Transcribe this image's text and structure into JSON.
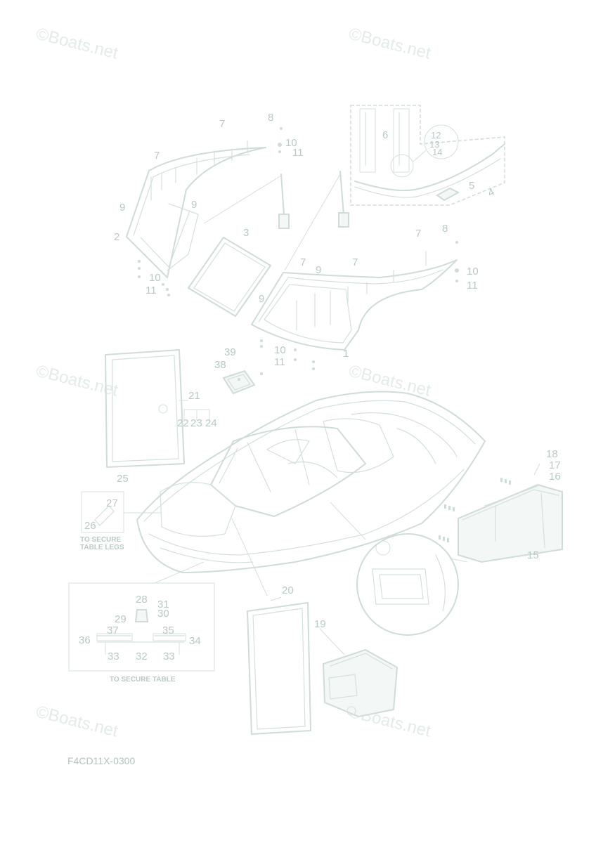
{
  "watermark": "©Boats.net",
  "diagram_code": "F4CD11X-0300",
  "captions": {
    "table_legs_line1": "TO SECURE",
    "table_legs_line2": "TABLE LEGS",
    "table": "TO SECURE TABLE"
  },
  "callouts": [
    "1",
    "2",
    "3",
    "4",
    "5",
    "6",
    "7",
    "8",
    "9",
    "10",
    "11",
    "12",
    "13",
    "14",
    "15",
    "16",
    "17",
    "18",
    "19",
    "20",
    "21",
    "22",
    "23",
    "24",
    "25",
    "26",
    "27",
    "28",
    "29",
    "30",
    "31",
    "32",
    "33",
    "34",
    "35",
    "36",
    "37",
    "38",
    "39"
  ],
  "colors": {
    "line": "#cfdcd7",
    "label": "#b9cac3",
    "watermark": "#e3ebe8"
  }
}
